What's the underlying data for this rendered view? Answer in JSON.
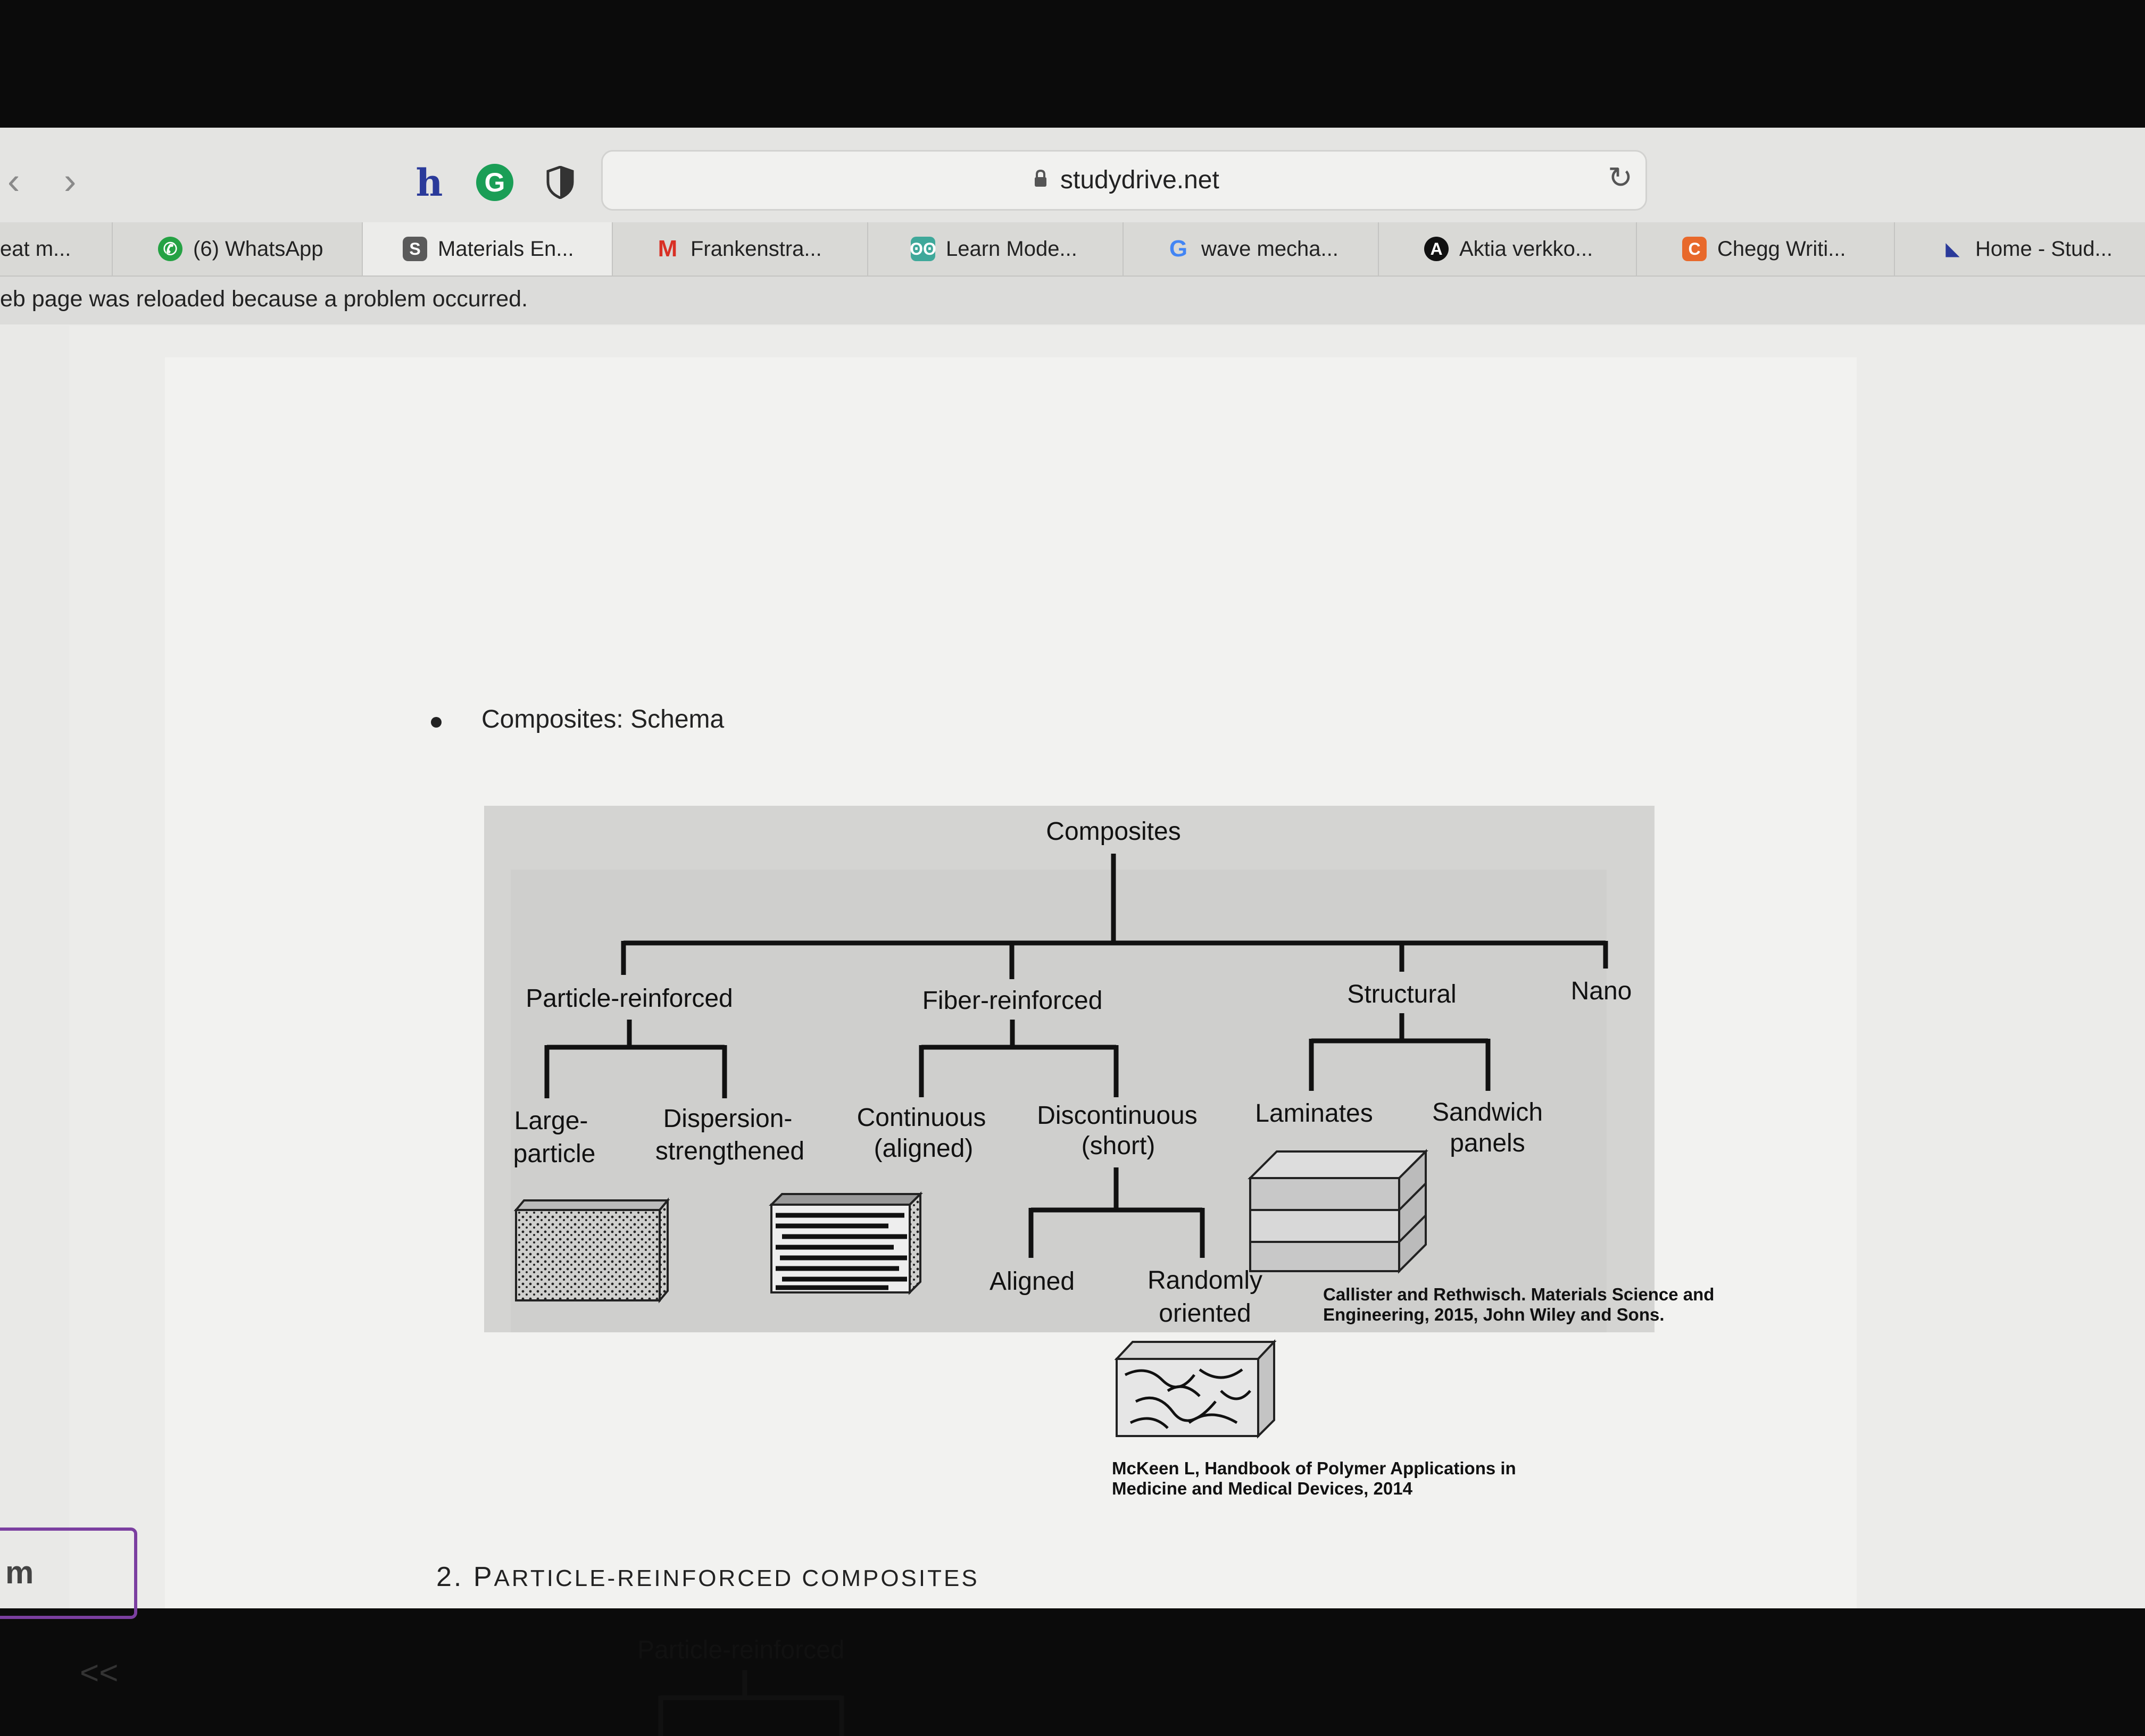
{
  "browser": {
    "url": "studydrive.net",
    "tabs": [
      {
        "label": "eat m...",
        "favicon": ""
      },
      {
        "label": "(6) WhatsApp",
        "favicon": "whatsapp-icon"
      },
      {
        "label": "Materials En...",
        "favicon": "S"
      },
      {
        "label": "Frankenstra...",
        "favicon": "M"
      },
      {
        "label": "Learn Mode...",
        "favicon": "owl-icon"
      },
      {
        "label": "wave mecha...",
        "favicon": "G"
      },
      {
        "label": "Aktia verkko...",
        "favicon": "A"
      },
      {
        "label": "Chegg Writi...",
        "favicon": "C"
      },
      {
        "label": "Home - Stud...",
        "favicon": "studydrive-icon"
      }
    ],
    "extensions": [
      "h",
      "G",
      "shield-icon"
    ],
    "notice": "eb page was reloaded because a problem occurred."
  },
  "page": {
    "bullet": "Composites: Schema",
    "diagram": {
      "root": "Composites",
      "level1": [
        "Particle-reinforced",
        "Fiber-reinforced",
        "Structural",
        "Nano"
      ],
      "particle_children": [
        [
          "Large-",
          "particle"
        ],
        [
          "Dispersion-",
          "strengthened"
        ]
      ],
      "fiber_children": [
        [
          "Continuous",
          "(aligned)"
        ],
        [
          "Discontinuous",
          "(short)"
        ]
      ],
      "structural_children": [
        [
          "Laminates"
        ],
        [
          "Sandwich",
          "panels"
        ]
      ],
      "discontinuous_children": [
        [
          "Aligned"
        ],
        [
          "Randomly",
          "oriented"
        ]
      ]
    },
    "citation1": [
      "Callister and Rethwisch. Materials Science and",
      "Engineering, 2015, John Wiley and Sons."
    ],
    "citation2": [
      "McKeen L, Handbook of Polymer Applications in",
      "Medicine and Medical Devices, 2014"
    ],
    "section_number": "2.",
    "section_title_first": "P",
    "section_title_rest": "ARTICLE-REINFORCED COMPOSITES",
    "section_sub_label": "Particle-reinforced",
    "sidebar_box_text": "m",
    "collapse_label": "<<"
  }
}
